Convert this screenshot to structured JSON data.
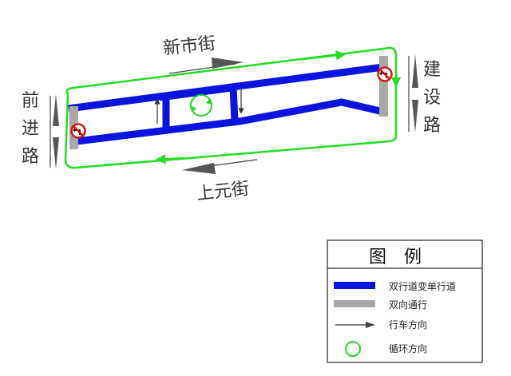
{
  "streets": {
    "top": "新市街",
    "bottom": "上元街",
    "left": [
      "前",
      "进",
      "路"
    ],
    "right": [
      "建",
      "设",
      "路"
    ]
  },
  "legend": {
    "title": "图　例",
    "items": [
      {
        "name": "two-way-to-one-way",
        "label": "双行道变单行道"
      },
      {
        "name": "two-way-traffic",
        "label": "双向通行"
      },
      {
        "name": "driving-direction",
        "label": "行车方向"
      },
      {
        "name": "loop-direction",
        "label": "循环方向"
      }
    ]
  },
  "colors": {
    "one_way_road": "#0a14dc",
    "two_way_road": "#a8a8a8",
    "loop": "#22dd22",
    "arrow": "#555555",
    "no_turn_sign": "#dd1111"
  },
  "icons": [
    "no-left-turn-sign-icon",
    "circular-arrow-icon"
  ]
}
